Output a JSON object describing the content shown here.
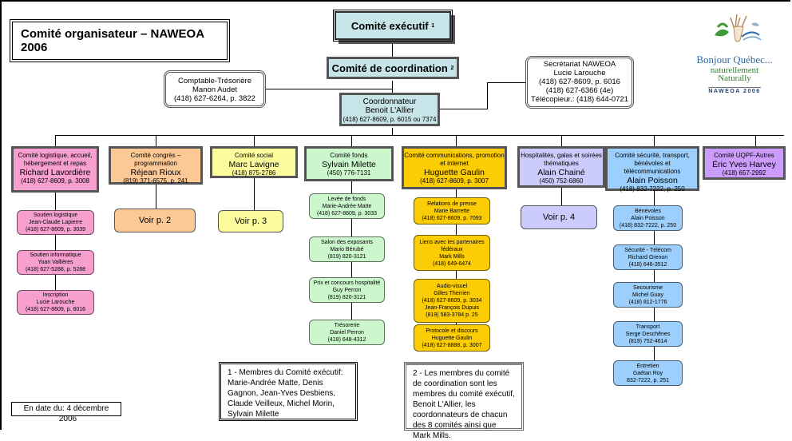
{
  "title": "Comité organisateur – NAWEOA 2006",
  "executive": {
    "label": "Comité exécutif",
    "note_ref": "1"
  },
  "coordination": {
    "label": "Comité de coordination",
    "note_ref": "2"
  },
  "coordinator": {
    "role": "Coordonnateur",
    "name": "Benoit L'Allier",
    "phone": "(418) 627-8609, p. 6015 ou 7374"
  },
  "treasurer": {
    "role": "Comptable-Trésorière",
    "name": "Manon Audet",
    "phone": "(418) 627-6264, p. 3822"
  },
  "secretariat": {
    "role": "Secrétariat NAWEOA",
    "name": "Lucie Larouche",
    "phone1": "(418) 627-8609, p. 6016",
    "phone2": "(418) 627-6366 (4e)",
    "fax": "Télécopieur.: (418) 644-0721"
  },
  "logo": {
    "line1": "Bonjour Québec...",
    "line2": "naturellement",
    "line3": "Naturally",
    "line4": "NAWEOA 2006"
  },
  "colors": {
    "teal": "#c7e4e8",
    "pink": "#f79fcf",
    "peach": "#fcc896",
    "yellow": "#fcfc9c",
    "green": "#ccf7cc",
    "gold": "#fccc04",
    "lavender": "#ccccfc",
    "blue": "#9ccffc",
    "purple": "#cc9cfc"
  },
  "committees": [
    {
      "title": "Comité logistique, accueil, hébergement et repas",
      "name": "Richard Lavordière",
      "phone": "(418) 627-8609, p. 3008",
      "subs": [
        {
          "title": "Soutien logistique",
          "name": "Jean-Claude Lapierre",
          "phone": "(418) 627-8609, p. 3039"
        },
        {
          "title": "Soutien informatique",
          "name": "Yoan Vallières",
          "phone": "(418) 627-5288, p. 5288"
        },
        {
          "title": "Inscription",
          "name": "Lucie Larouche",
          "phone": "(418) 627-8609, p. 6016"
        }
      ]
    },
    {
      "title": "Comité congrès – programmation",
      "name": "Réjean Rioux",
      "phone": "(819) 371-6575, p. 241",
      "voir": "Voir p. 2"
    },
    {
      "title": "Comité social",
      "name": "Marc Lavigne",
      "phone": "(418) 875-2786",
      "voir": "Voir p. 3"
    },
    {
      "title": "Comité fonds",
      "name": "Sylvain Milette",
      "phone": "(450) 776-7131",
      "subs": [
        {
          "title": "Levée de fonds",
          "name": "Marie-Andrée Matte",
          "phone": "(418) 627-8609, p. 3033"
        },
        {
          "title": "Salon des exposants",
          "name": "Mario Bérubé",
          "phone": "(819) 820-3121"
        },
        {
          "title": "Prix et concours hospitalité",
          "name": "Guy Perron",
          "phone": "(819) 820-3121"
        },
        {
          "title": "Trésorerie",
          "name": "Daniel Perron",
          "phone": "(418) 648-4312"
        }
      ]
    },
    {
      "title": "Comité communications, promotion et internet",
      "name": "Huguette Gaulin",
      "phone": "(418) 627-8609, p. 3007",
      "subs": [
        {
          "title": "Relations de presse",
          "name": "Marie Barrette",
          "phone": "(418) 627-8609, p. 7093"
        },
        {
          "title": "Liens avec les partenaires fédéraux",
          "name": "Mark Mills",
          "phone": "(418) 649-6474"
        },
        {
          "title": "Audio-visuel",
          "name": "Gilles Therrien",
          "phone": "(418) 627-8609, p. 3034",
          "name2": "Jean-François Dupuis",
          "phone2": "(819) 583-3784 p. 25"
        },
        {
          "title": "Protocole et discours",
          "name": "Huguette Gaulin",
          "phone": "(418) 627-8888, p. 3007"
        }
      ]
    },
    {
      "title": "Hospitalités, galas et soirées thématiques",
      "name": "Alain Chainé",
      "phone": "(450) 752-6860",
      "voir": "Voir p. 4"
    },
    {
      "title": "Comité sécurité, transport, bénévoles et télécommunications",
      "name": "Alain Poisson",
      "phone": "(418) 832-7222, p. 250",
      "subs": [
        {
          "title": "Bénévoles",
          "name": "Alain Poisson",
          "phone": "(418) 832-7222, p. 250"
        },
        {
          "title": "Sécurité - Télécom",
          "name": "Richard Grenon",
          "phone": "(418) 646-3512"
        },
        {
          "title": "Secourisme",
          "name": "Michel Guay",
          "phone": "(418) 812-1776"
        },
        {
          "title": "Transport",
          "name": "Serge Deschênes",
          "phone": "(819) 752-4614"
        },
        {
          "title": "Entretien",
          "name": "Gaétan Roy",
          "phone": "832-7222, p. 251"
        }
      ]
    },
    {
      "title": "Comité UQPF-Autres",
      "name": "Éric Yves Harvey",
      "phone": "(418) 657-2992"
    }
  ],
  "notes": {
    "note1": "1 -  Membres du Comité exécutif: Marie-Andrée Matte, Denis Gagnon, Jean-Yves Desbiens, Claude Veilleux, Michel Morin, Sylvain Milette",
    "note2": "2 - Les membres du comité de coordination sont les membres du comité exécutif, Benoit L'Allier, les coordonnateurs de chacun des 8 comités ainsi que Mark Mills."
  },
  "date": {
    "line1": "En date du: 4 décembre",
    "line2": "2006"
  }
}
